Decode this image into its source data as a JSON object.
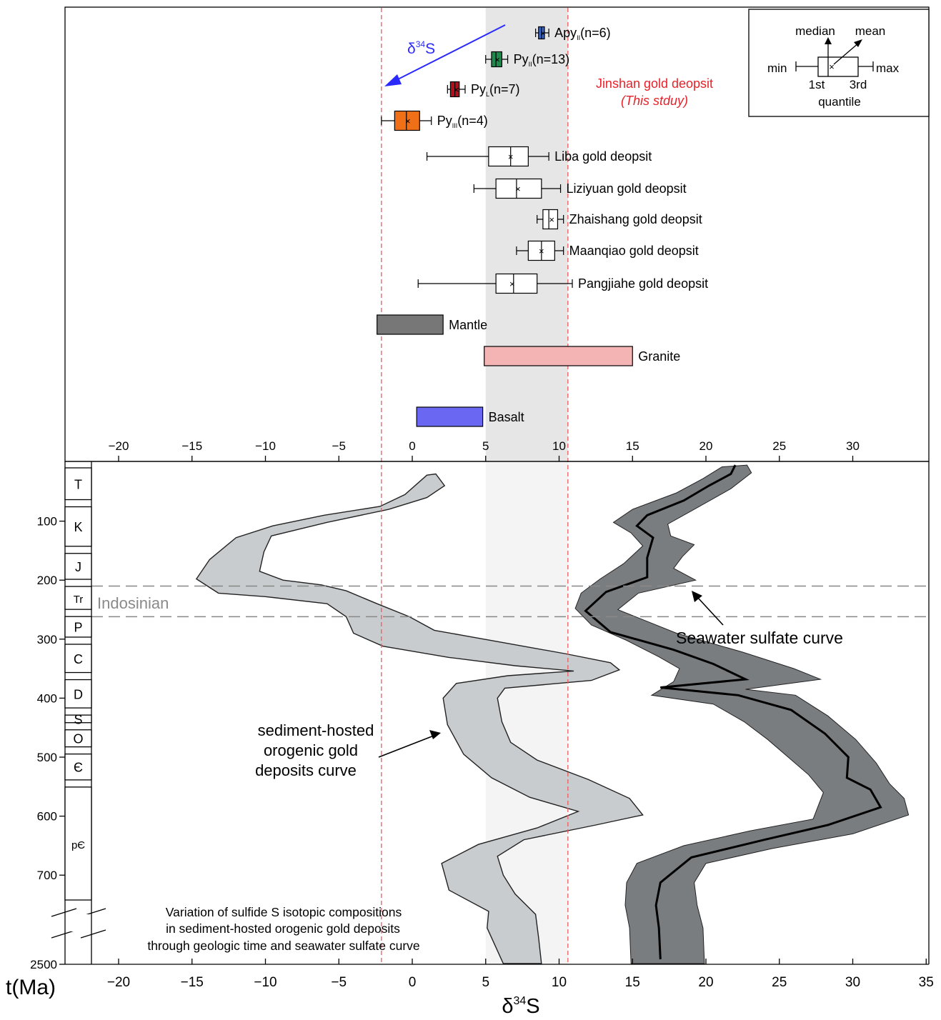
{
  "chart_data": [
    {
      "type": "box",
      "title": "",
      "xlim": [
        -22,
        35
      ],
      "x_ticks": [
        -20,
        -15,
        -10,
        -5,
        0,
        5,
        10,
        15,
        20,
        25,
        30
      ],
      "arrow_label": {
        "base": "δ",
        "sup": "34",
        "tail": "S"
      },
      "study_label": "Jinshan gold deopsit",
      "study_sublabel": "(This stduy)",
      "boxes": [
        {
          "label_base": "Apy",
          "label_sub": "II",
          "label_tail": "(n=6)",
          "min": 8.4,
          "q1": 8.6,
          "median": 8.8,
          "mean": 8.9,
          "q3": 9.0,
          "max": 9.3,
          "color": "#3a66c4"
        },
        {
          "label_base": "Py",
          "label_sub": "II",
          "label_tail": "(n=13)",
          "min": 5.0,
          "q1": 5.4,
          "median": 5.7,
          "mean": 5.8,
          "q3": 6.1,
          "max": 6.5,
          "color": "#1f8a4c"
        },
        {
          "label_base": "Py",
          "label_sub": "L",
          "label_tail": "(n=7)",
          "min": 2.4,
          "q1": 2.6,
          "median": 2.9,
          "mean": 3.0,
          "q3": 3.2,
          "max": 3.6,
          "color": "#b0101a"
        },
        {
          "label_base": "Py",
          "label_sub": "III",
          "label_tail": "(n=4)",
          "min": -2.1,
          "q1": -1.2,
          "median": -0.4,
          "mean": -0.3,
          "q3": 0.5,
          "max": 1.3,
          "color": "#f07018"
        },
        {
          "label_base": "Liba gold deopsit",
          "label_sub": "",
          "label_tail": "",
          "min": 1.0,
          "q1": 5.2,
          "median": 6.7,
          "mean": 6.7,
          "q3": 7.9,
          "max": 9.3,
          "color": "#ffffff"
        },
        {
          "label_base": "Liziyuan gold deopsit",
          "label_sub": "",
          "label_tail": "",
          "min": 4.2,
          "q1": 5.7,
          "median": 7.1,
          "mean": 7.2,
          "q3": 8.8,
          "max": 10.1,
          "color": "#ffffff"
        },
        {
          "label_base": "Zhaishang gold deopsit",
          "label_sub": "",
          "label_tail": "",
          "min": 8.5,
          "q1": 8.9,
          "median": 9.3,
          "mean": 9.5,
          "q3": 9.9,
          "max": 10.3,
          "color": "#ffffff"
        },
        {
          "label_base": "Maanqiao gold deopsit",
          "label_sub": "",
          "label_tail": "",
          "min": 7.1,
          "q1": 7.9,
          "median": 8.8,
          "mean": 8.8,
          "q3": 9.7,
          "max": 10.3,
          "color": "#ffffff"
        },
        {
          "label_base": "Pangjiahe gold deopsit",
          "label_sub": "",
          "label_tail": "",
          "min": 0.4,
          "q1": 5.7,
          "median": 6.9,
          "mean": 6.8,
          "q3": 8.5,
          "max": 10.9,
          "color": "#ffffff"
        }
      ],
      "reservoirs": [
        {
          "name": "Mantle",
          "range": [
            -2.4,
            2.1
          ],
          "color": "#777777"
        },
        {
          "name": "Granite",
          "range": [
            4.9,
            15.0
          ],
          "color": "#f4b4b4"
        },
        {
          "name": "Basalt",
          "range": [
            0.3,
            4.8
          ],
          "color": "#6a68f2"
        }
      ],
      "legend": {
        "median": "median",
        "mean": "mean",
        "min": "min",
        "max": "max",
        "q1": "1st",
        "q3": "3rd",
        "quantile": "quantile"
      },
      "reference_lines": [
        -2.1,
        10.6
      ],
      "shaded_range": [
        5.0,
        10.6
      ]
    },
    {
      "type": "area",
      "xlabel": {
        "base": "δ",
        "sup": "34",
        "tail": "S"
      },
      "ylabel": "t(Ma)",
      "xlim": [
        -22,
        35
      ],
      "x_ticks": [
        -20,
        -15,
        -10,
        -5,
        0,
        5,
        10,
        15,
        20,
        25,
        30,
        35
      ],
      "y_ticks": [
        100,
        200,
        300,
        400,
        500,
        600,
        700
      ],
      "y_bottom_label": "2500",
      "periods": [
        {
          "name": "T",
          "from": 0,
          "to": 66
        },
        {
          "name": "K",
          "from": 66,
          "to": 145
        },
        {
          "name": "J",
          "from": 145,
          "to": 201
        },
        {
          "name": "Tr",
          "from": 201,
          "to": 252
        },
        {
          "name": "P",
          "from": 252,
          "to": 299
        },
        {
          "name": "C",
          "from": 299,
          "to": 359
        },
        {
          "name": "D",
          "from": 359,
          "to": 419
        },
        {
          "name": "S",
          "from": 419,
          "to": 444
        },
        {
          "name": "O",
          "from": 444,
          "to": 485
        },
        {
          "name": "Є",
          "from": 485,
          "to": 541
        },
        {
          "name": "pЄ",
          "from": 541,
          "to": 750
        }
      ],
      "event_lines": [
        210,
        262
      ],
      "event_label": "Indosinian",
      "sediment_band": {
        "name": "sediment-hosted orogenic gold deposits curve",
        "left": [
          [
            1.0,
            22
          ],
          [
            -0.5,
            55
          ],
          [
            -2.2,
            75
          ],
          [
            -6,
            90
          ],
          [
            -9.5,
            108
          ],
          [
            -12,
            128
          ],
          [
            -13.8,
            165
          ],
          [
            -14.7,
            198
          ],
          [
            -13.2,
            222
          ],
          [
            -10,
            228
          ],
          [
            -5.8,
            240
          ],
          [
            -4.5,
            262
          ],
          [
            -4,
            290
          ],
          [
            -2,
            312
          ],
          [
            2.5,
            331
          ],
          [
            7,
            345
          ],
          [
            11,
            354
          ],
          [
            6.5,
            362
          ],
          [
            3.0,
            375
          ],
          [
            2.1,
            400
          ],
          [
            2.4,
            445
          ],
          [
            3.5,
            495
          ],
          [
            5.4,
            535
          ],
          [
            8,
            568
          ],
          [
            11.3,
            592
          ],
          [
            8.5,
            620
          ],
          [
            4.5,
            648
          ],
          [
            2.0,
            680
          ],
          [
            2.5,
            720
          ],
          [
            5.2,
            748
          ],
          [
            5.1,
            770
          ],
          [
            6.2,
            820
          ]
        ],
        "right": [
          [
            1.6,
            20
          ],
          [
            2.2,
            40
          ],
          [
            1.0,
            60
          ],
          [
            -1.6,
            80
          ],
          [
            -5.8,
            102
          ],
          [
            -9.6,
            125
          ],
          [
            -10.1,
            152
          ],
          [
            -10.4,
            185
          ],
          [
            -8.8,
            200
          ],
          [
            -6.2,
            208
          ],
          [
            -4.5,
            218
          ],
          [
            -2.4,
            240
          ],
          [
            -0.2,
            262
          ],
          [
            1.5,
            285
          ],
          [
            6,
            305
          ],
          [
            10.5,
            325
          ],
          [
            13.5,
            340
          ],
          [
            14.1,
            352
          ],
          [
            12.2,
            370
          ],
          [
            6.3,
            383
          ],
          [
            5.8,
            400
          ],
          [
            6.1,
            440
          ],
          [
            6.7,
            475
          ],
          [
            8.5,
            505
          ],
          [
            12,
            538
          ],
          [
            14.8,
            570
          ],
          [
            15.7,
            598
          ],
          [
            12.5,
            615
          ],
          [
            7.6,
            640
          ],
          [
            5.8,
            668
          ],
          [
            6.2,
            700
          ],
          [
            7.0,
            725
          ],
          [
            8.4,
            752
          ],
          [
            8.6,
            782
          ],
          [
            8.8,
            820
          ]
        ]
      },
      "seawater_band": {
        "name": "Seawater sulfate curve",
        "annotation": "Seawater sulfate curve",
        "left": [
          [
            21.1,
            8
          ],
          [
            19.8,
            28
          ],
          [
            18.0,
            52
          ],
          [
            15.0,
            80
          ],
          [
            13.7,
            102
          ],
          [
            14.9,
            120
          ],
          [
            15.7,
            142
          ],
          [
            14.4,
            172
          ],
          [
            12.8,
            198
          ],
          [
            11.5,
            222
          ],
          [
            11.1,
            248
          ],
          [
            12.2,
            276
          ],
          [
            14.6,
            302
          ],
          [
            16.8,
            330
          ],
          [
            18.2,
            350
          ],
          [
            17.8,
            372
          ],
          [
            16.3,
            395
          ],
          [
            20.5,
            410
          ],
          [
            22.6,
            440
          ],
          [
            24.2,
            470
          ],
          [
            25.6,
            500
          ],
          [
            27.0,
            530
          ],
          [
            28.0,
            560
          ],
          [
            27.3,
            605
          ],
          [
            23,
            625
          ],
          [
            18.5,
            650
          ],
          [
            15.3,
            680
          ],
          [
            14.6,
            710
          ],
          [
            14.5,
            740
          ],
          [
            14.8,
            770
          ],
          [
            14.9,
            820
          ]
        ],
        "right": [
          [
            22.8,
            5
          ],
          [
            23.1,
            18
          ],
          [
            21.7,
            45
          ],
          [
            19.2,
            80
          ],
          [
            17.4,
            105
          ],
          [
            17.6,
            125
          ],
          [
            19.2,
            140
          ],
          [
            18.4,
            160
          ],
          [
            17.8,
            180
          ],
          [
            19.3,
            200
          ],
          [
            15.4,
            222
          ],
          [
            14.0,
            250
          ],
          [
            18,
            290
          ],
          [
            22.5,
            322
          ],
          [
            26,
            350
          ],
          [
            27.8,
            368
          ],
          [
            22.7,
            385
          ],
          [
            26.1,
            395
          ],
          [
            28.3,
            430
          ],
          [
            30.2,
            470
          ],
          [
            31.6,
            510
          ],
          [
            32.5,
            545
          ],
          [
            33.5,
            570
          ],
          [
            33.8,
            598
          ],
          [
            30.0,
            630
          ],
          [
            24.5,
            655
          ],
          [
            20.0,
            680
          ],
          [
            19.2,
            710
          ],
          [
            19.4,
            740
          ],
          [
            19.8,
            770
          ],
          [
            19.9,
            820
          ]
        ],
        "line": [
          [
            22.0,
            5
          ],
          [
            21.7,
            20
          ],
          [
            20.2,
            40
          ],
          [
            18.5,
            65
          ],
          [
            16.0,
            90
          ],
          [
            15.3,
            108
          ],
          [
            16.4,
            128
          ],
          [
            16.0,
            162
          ],
          [
            16.0,
            195
          ],
          [
            13.2,
            220
          ],
          [
            11.8,
            252
          ],
          [
            13.5,
            288
          ],
          [
            17.8,
            318
          ],
          [
            20.5,
            342
          ],
          [
            22.7,
            368
          ],
          [
            16.9,
            382
          ],
          [
            22.2,
            395
          ],
          [
            25.8,
            420
          ],
          [
            28.1,
            460
          ],
          [
            29.7,
            500
          ],
          [
            29.6,
            535
          ],
          [
            31.2,
            555
          ],
          [
            31.9,
            585
          ],
          [
            28.3,
            615
          ],
          [
            24,
            640
          ],
          [
            19,
            670
          ],
          [
            16.9,
            710
          ],
          [
            16.6,
            740
          ],
          [
            16.8,
            770
          ],
          [
            16.9,
            820
          ]
        ]
      },
      "note": [
        "Variation of sulfide S isotopic compositions",
        "in sediment-hosted orogenic gold deposits",
        "through geologic time and seawater sulfate curve"
      ],
      "reference_lines": [
        -2.1,
        10.6
      ],
      "shaded_range": [
        5.0,
        10.6
      ]
    }
  ]
}
